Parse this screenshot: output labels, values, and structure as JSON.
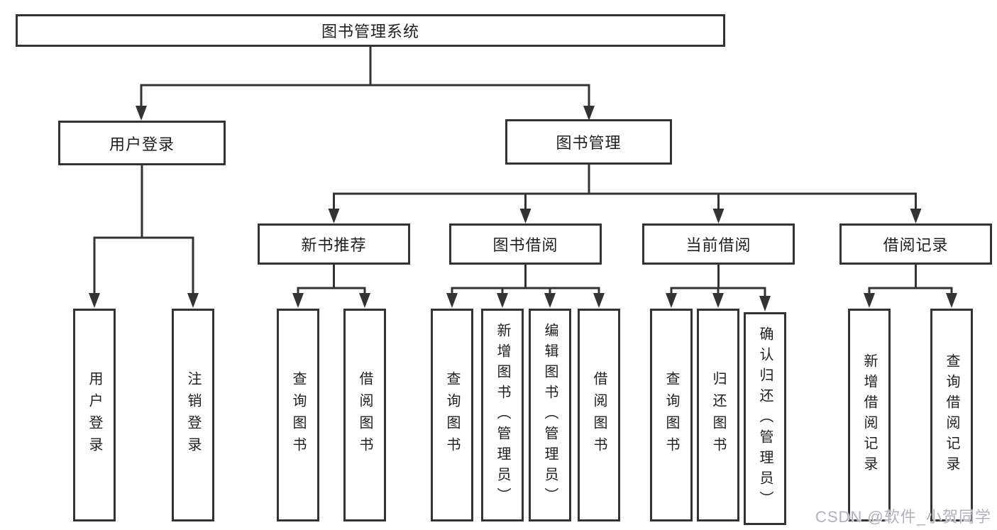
{
  "diagram": {
    "nodes": {
      "root": "图书管理系统",
      "user_login": "用户登录",
      "book_mgmt": "图书管理",
      "new_books": "新书推荐",
      "book_borrow": "图书借阅",
      "current_borrow": "当前借阅",
      "borrow_records": "借阅记录",
      "leaves": {
        "user_login": [
          "用户登录",
          "注销登录"
        ],
        "new_books": [
          "查询图书",
          "借阅图书"
        ],
        "book_borrow": [
          "查询图书",
          "新增图书（管理员）",
          "编辑图书（管理员）",
          "借阅图书"
        ],
        "current_borrow": [
          "查询图书",
          "归还图书",
          "确认归还（管理员）"
        ],
        "borrow_records": [
          "新增借阅记录",
          "查询借阅记录"
        ]
      }
    },
    "colors": {
      "line": "#333333",
      "box_border": "#333333",
      "text": "#1f1f1f",
      "watermark": "#b2b2ba",
      "background": "#ffffff"
    }
  },
  "watermark": "CSDN @软件_小贺同学"
}
